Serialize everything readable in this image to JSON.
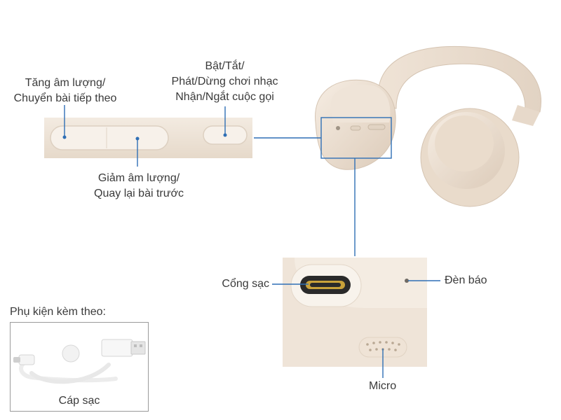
{
  "labels": {
    "volume_up": [
      "Tăng âm lượng/",
      "Chuyển bài tiếp theo"
    ],
    "volume_down": [
      "Giảm âm lượng/",
      "Quay lại bài trước"
    ],
    "power": [
      "Bật/Tắt/",
      "Phát/Dừng chơi nhạc",
      "Nhận/Ngắt cuộc gọi"
    ],
    "charging_port": "Cổng sạc",
    "indicator_light": "Đèn báo",
    "microphone": "Micro",
    "accessories_title": "Phụ kiện kèm theo:",
    "cable": "Cáp sạc"
  },
  "colors": {
    "leader_line": "#2f6fb5",
    "headphone_body": "#f1e6da",
    "headphone_shadow": "#d9c9b8",
    "port_inner": "#c9a23a"
  },
  "icons": {
    "headphones": "headphones-illustration",
    "cable": "usb-c-cable-illustration"
  }
}
